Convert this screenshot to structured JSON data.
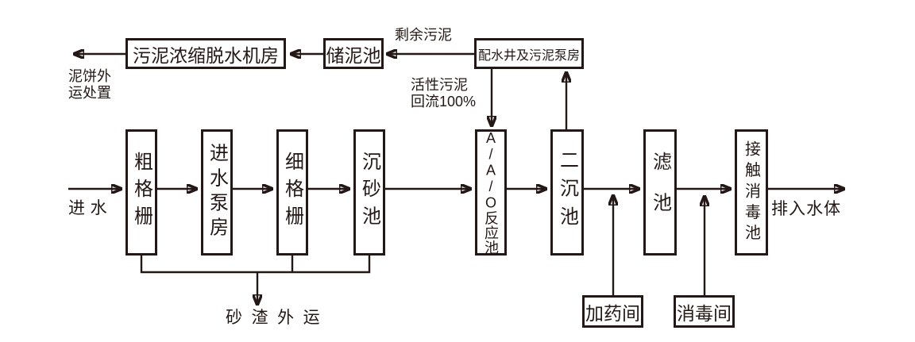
{
  "diagram": {
    "type": "process-flow",
    "subject": "wastewater treatment plant process flow",
    "colors": {
      "line": "#231815",
      "background": "#ffffff"
    }
  },
  "boxes": {
    "dewatering": {
      "label": "污泥浓缩脱水机房"
    },
    "sludge_storage": {
      "label": "储泥池"
    },
    "distribution_well": {
      "label": "配水井及污泥泵房"
    },
    "coarse_screen": {
      "label": "粗格栅"
    },
    "inlet_pump_house": {
      "label": "进水泵房"
    },
    "fine_screen": {
      "label": "细格栅"
    },
    "grit_chamber": {
      "label": "沉砂池"
    },
    "aao_reactor": {
      "label": "A/A/O反应池"
    },
    "secondary_clarifier": {
      "label": "二沉池"
    },
    "filter_tank": {
      "label": "滤池"
    },
    "contact_disinfection": {
      "label": "接触消毒池"
    },
    "dosing_room": {
      "label": "加药间"
    },
    "disinfection_room": {
      "label": "消毒间"
    }
  },
  "labels": {
    "influent": "进 水",
    "effluent": "排入水体",
    "sludge_cake_disposal": "泥饼外\n运处置",
    "excess_sludge": "剩余污泥",
    "activated_sludge_return": "活性污泥\n回流100%",
    "grit_slag_removal": "砂渣外运"
  }
}
